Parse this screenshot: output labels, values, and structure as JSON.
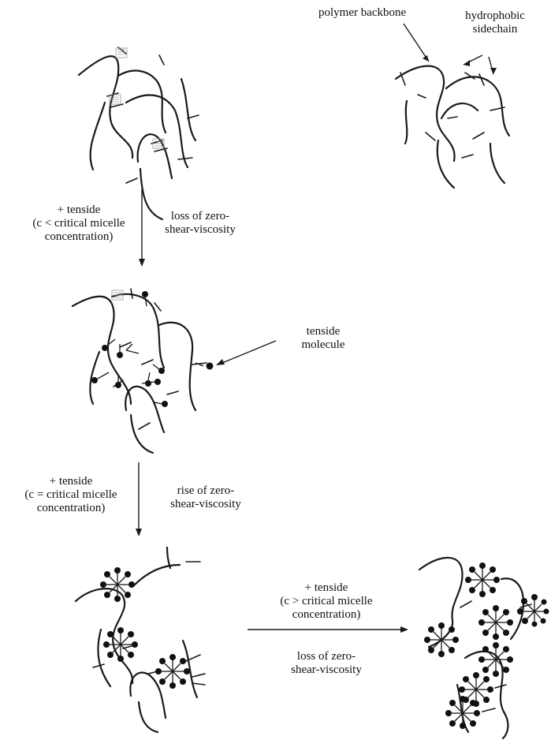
{
  "labels": {
    "polymer_backbone": "polymer backbone",
    "hydrophobic_sidechain": [
      "hydrophobic",
      "sidechain"
    ],
    "step1_condition": [
      "+ tenside",
      "(c < critical micelle",
      "concentration)"
    ],
    "step1_effect": [
      "loss of zero-",
      "shear-viscosity"
    ],
    "tenside_molecule": [
      "tenside",
      "molecule"
    ],
    "step2_condition": [
      "+ tenside",
      "(c = critical micelle",
      "concentration)"
    ],
    "step2_effect": [
      "rise of zero-",
      "shear-viscosity"
    ],
    "step3_condition": [
      "+ tenside",
      "(c > critical micelle",
      "concentration)"
    ],
    "step3_effect": [
      "loss of zero-",
      "shear-viscosity"
    ]
  },
  "colors": {
    "line": "#1a1a1a",
    "association_hatch": "#9a9a9a",
    "background": "#ffffff"
  }
}
